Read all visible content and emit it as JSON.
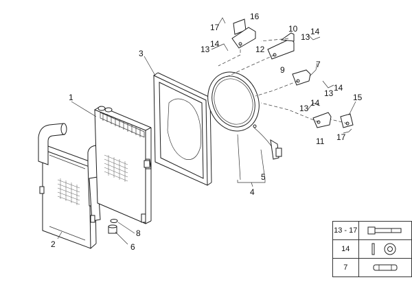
{
  "callouts": {
    "c1": "1",
    "c2": "2",
    "c3": "3",
    "c4": "4",
    "c5": "5",
    "c6": "6",
    "c7": "7",
    "c7b": "7",
    "c8": "8",
    "c9": "9",
    "c10": "10",
    "c11": "11",
    "c12": "12",
    "c13a": "13",
    "c13b": "13",
    "c13c": "13",
    "c13d": "13",
    "c13e": "13",
    "c14a": "14",
    "c14b": "14",
    "c14c": "14",
    "c14d": "14",
    "c14e": "14",
    "c15": "15",
    "c16": "16",
    "c17a": "17",
    "c17b": "17"
  },
  "legend": [
    {
      "label": "13 - 17",
      "icon": "bolt-icon"
    },
    {
      "label": "14",
      "icon": "washer-icon"
    },
    {
      "label": "7",
      "icon": "clip-icon"
    }
  ]
}
